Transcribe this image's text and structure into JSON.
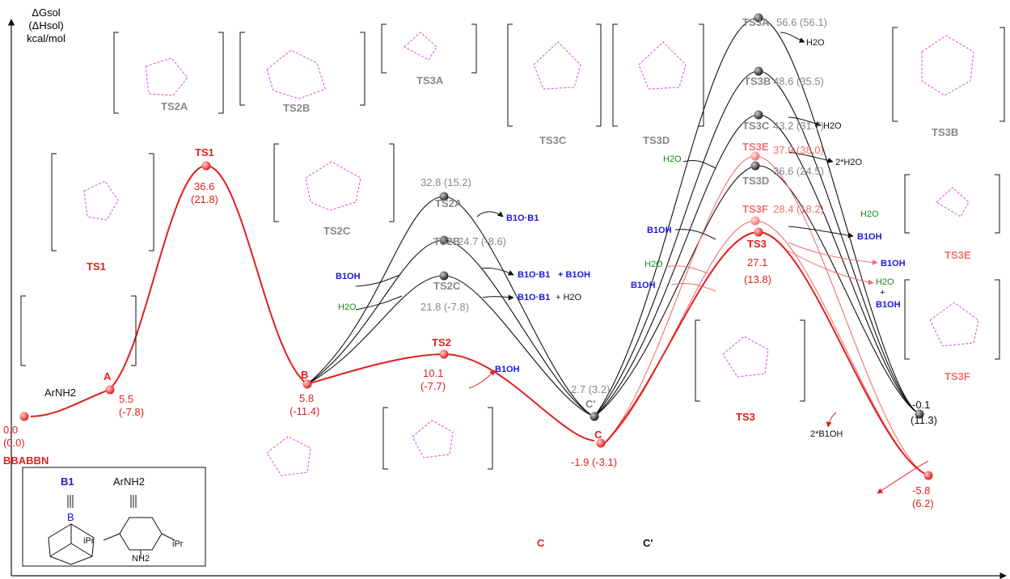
{
  "axis": {
    "ylabel": [
      "ΔGsol",
      "(ΔHsol)",
      "kcal/mol"
    ]
  },
  "colors": {
    "main_path": "#e02020",
    "alt_path": "#f08080",
    "other_path": "#111111",
    "ring_dash": "#d94fd9",
    "boron": "#1a1adc",
    "water": "#1a8a1a",
    "ch2": "#22b573"
  },
  "points": [
    {
      "id": "BBA",
      "label": "BBABBN",
      "g": "0.0",
      "h": "(0.0)"
    },
    {
      "id": "A",
      "label": "A",
      "g": "5.5",
      "h": "(-7.8)"
    },
    {
      "id": "TS1",
      "label": "TS1",
      "g": "36.6",
      "h": "(21.8)"
    },
    {
      "id": "B",
      "label": "B",
      "g": "5.8",
      "h": "(-11.4)"
    },
    {
      "id": "TS2",
      "label": "TS2",
      "g": "10.1",
      "h": "(-7.7)"
    },
    {
      "id": "TS2A",
      "label": "TS2A",
      "vals": "32.8 (15.2)"
    },
    {
      "id": "TS2B",
      "label": "TS2B",
      "vals": "24.7 (-8.6)"
    },
    {
      "id": "TS2C",
      "label": "TS2C",
      "vals": "21.8 (-7.8)"
    },
    {
      "id": "Cp",
      "label": "C'",
      "vals": "2.7 (3.2)"
    },
    {
      "id": "C",
      "label": "C",
      "vals": "-1.9 (-3.1)"
    },
    {
      "id": "TS3A",
      "label": "TS3A",
      "vals": "56.6 (56.1)"
    },
    {
      "id": "TS3B",
      "label": "TS3B",
      "vals": "48.6 (35.5)"
    },
    {
      "id": "TS3C",
      "label": "TS3C",
      "vals": "43.2 (31.7)"
    },
    {
      "id": "TS3E",
      "label": "TS3E",
      "vals": "37.9 (38.0)"
    },
    {
      "id": "TS3D",
      "label": "TS3D",
      "vals": "36.6 (24.5)"
    },
    {
      "id": "TS3F",
      "label": "TS3F",
      "vals": "28.4 (18.2)"
    },
    {
      "id": "TS3",
      "label": "TS3",
      "g": "27.1",
      "h": "(13.8)"
    },
    {
      "id": "Im1",
      "g": "-0.1",
      "h": "(11.3)"
    },
    {
      "id": "Im2",
      "g": "-5.8",
      "h": "(6.2)"
    }
  ],
  "labels": {
    "arnh2": "ArNH2",
    "b1oh": "B1OH",
    "h2o": "H2O",
    "b1ob1": "B1O·B1",
    "plus_b1oh": "+ B1OH",
    "plus_h2o": "+ H2O",
    "two_h2o": "2*H2O",
    "two_b1oh": "2*B1OH",
    "plus": "+"
  },
  "struct_labels": [
    "TS1",
    "TS2A",
    "TS2B",
    "TS2C",
    "TS3A",
    "TS3B",
    "TS3C",
    "TS3D",
    "TS3E",
    "TS3F",
    "TS3",
    "C",
    "C'"
  ],
  "legend": {
    "b1": "B1",
    "arnh2": "ArNH2",
    "ipr": "iPr",
    "nh2": "NH2",
    "b": "B"
  }
}
